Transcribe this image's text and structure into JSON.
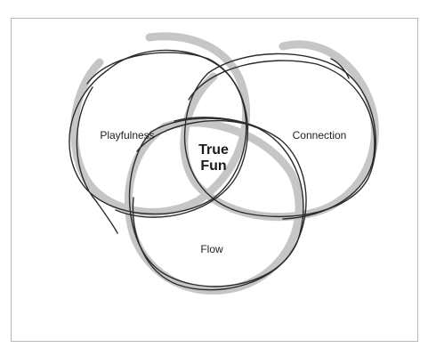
{
  "diagram": {
    "labels": {
      "playfulness": "Playfulness",
      "connection": "Connection",
      "flow": "Flow",
      "center_line1": "True",
      "center_line2": "Fun"
    },
    "colors": {
      "sketch_line": "#2b2b2b",
      "gray_stroke": "#bdbdbd",
      "frame_border": "#b9b9b9"
    }
  }
}
